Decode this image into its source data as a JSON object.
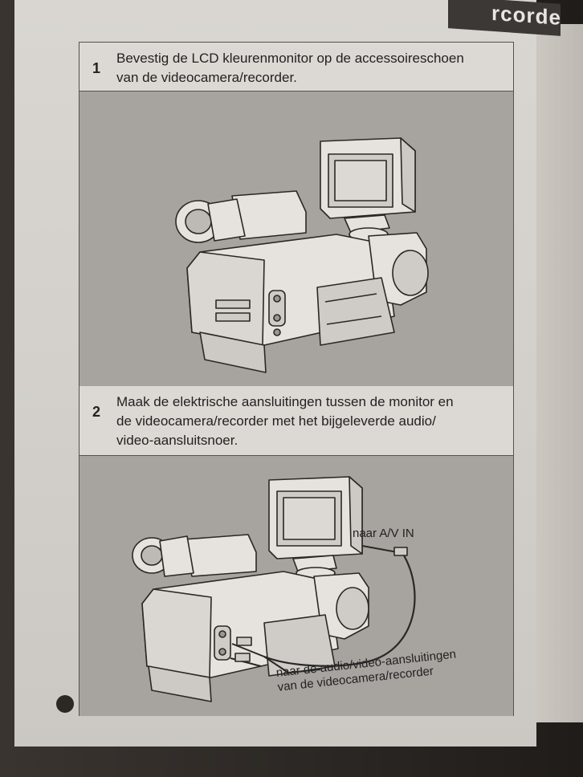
{
  "header": {
    "text": "rcorder"
  },
  "steps": [
    {
      "number": "1",
      "lines": [
        "Bevestig de LCD kleurenmonitor op de accessoireschoen",
        "van de videocamera/recorder."
      ]
    },
    {
      "number": "2",
      "lines": [
        "Maak de elektrische aansluitingen tussen de monitor en",
        "de videocamera/recorder met het bijgeleverde audio/",
        "video-aansluitsnoer."
      ]
    }
  ],
  "callouts": {
    "av_in": "naar A/V IN",
    "audio_video": [
      "naar de audio/video-aansluitingen",
      "van de videocamera/recorder"
    ]
  },
  "colors": {
    "page": "#d6d3ce",
    "panel": "#a7a39f",
    "ink": "#222222",
    "header_tab": "#3b3836"
  }
}
